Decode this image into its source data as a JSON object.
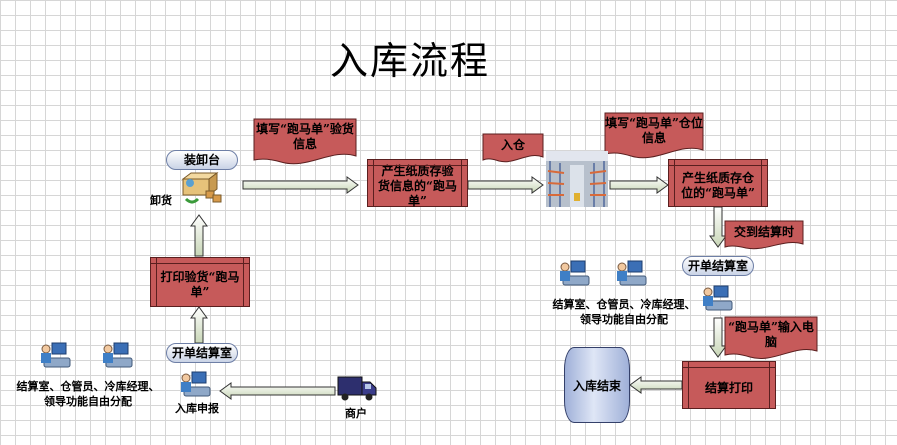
{
  "title": "入库流程",
  "nodes": {
    "unload_platform": "装卸台",
    "unload_label": "卸货",
    "print_box": "打印验货“跑马单”",
    "clearing_room_left": "开单结算室",
    "staff_note_left": "结算室、仓管员、冷库经理、领导功能自由分配",
    "stock_report": "入库申报",
    "merchant": "商户",
    "fill_inspection": "填写“跑马单”验货信息",
    "paper_inspection": "产生纸质存验货信息的“跑马单”",
    "into_warehouse": "入仓",
    "fill_location": "填写“跑马单”仓位信息",
    "paper_location": "产生纸质存仓位的“跑马单”",
    "handover": "交到结算时",
    "clearing_room_right": "开单结算室",
    "staff_note_right": "结算室、仓管员、冷库经理、领导功能自由分配",
    "input_computer": "“跑马单”输入电脑",
    "settle_print": "结算打印",
    "stock_end": "入库结束"
  },
  "icons": {
    "unload": "loading-dock-icon",
    "workstation": "computer-user-icon",
    "truck": "truck-icon",
    "warehouse": "warehouse-photo"
  }
}
